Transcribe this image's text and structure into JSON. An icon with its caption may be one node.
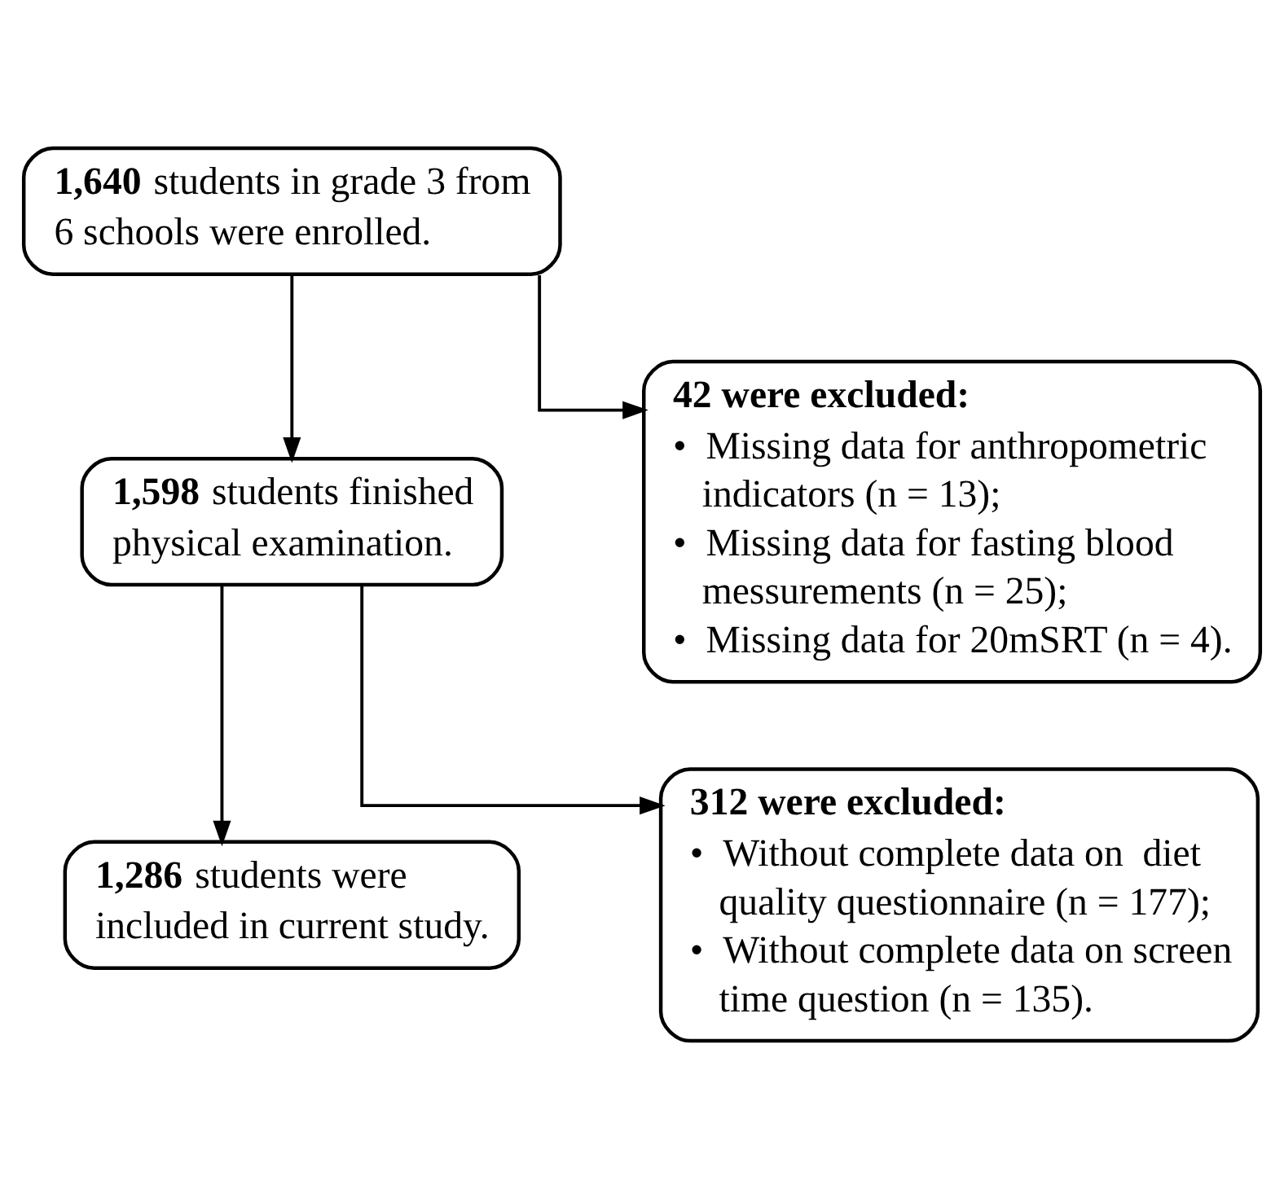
{
  "diagram": {
    "nodes": [
      {
        "text": [
          "**1,640** students in grade 3 from 6 schools were enrolled."
        ]
      },
      {
        "text": [
          "42 were excluded:",
          "•  Missing data for anthropometric indicators (n = 13);",
          "•  Missing data for fasting blood messurements (n = 25);",
          "•  Missing data for 20mSRT (n = 4)."
        ]
      },
      {
        "text": [
          "**1,598** students finished physical examination."
        ]
      },
      {
        "text": [
          "312 were excluded:",
          "•  Without complete data on  diet quality questionnaire (n = 177);",
          "•  Without complete data on screen time question (n = 135)."
        ]
      },
      {
        "text": [
          "**1,286** students were included in current study."
        ]
      }
    ],
    "edges": [
      {
        "from": 0,
        "to": 2,
        "arrow": "to"
      },
      {
        "from": 0,
        "to": 1,
        "arrow": "to"
      },
      {
        "from": 2,
        "to": 4,
        "arrow": "to"
      },
      {
        "from": 2,
        "to": 3,
        "arrow": "to"
      }
    ]
  }
}
